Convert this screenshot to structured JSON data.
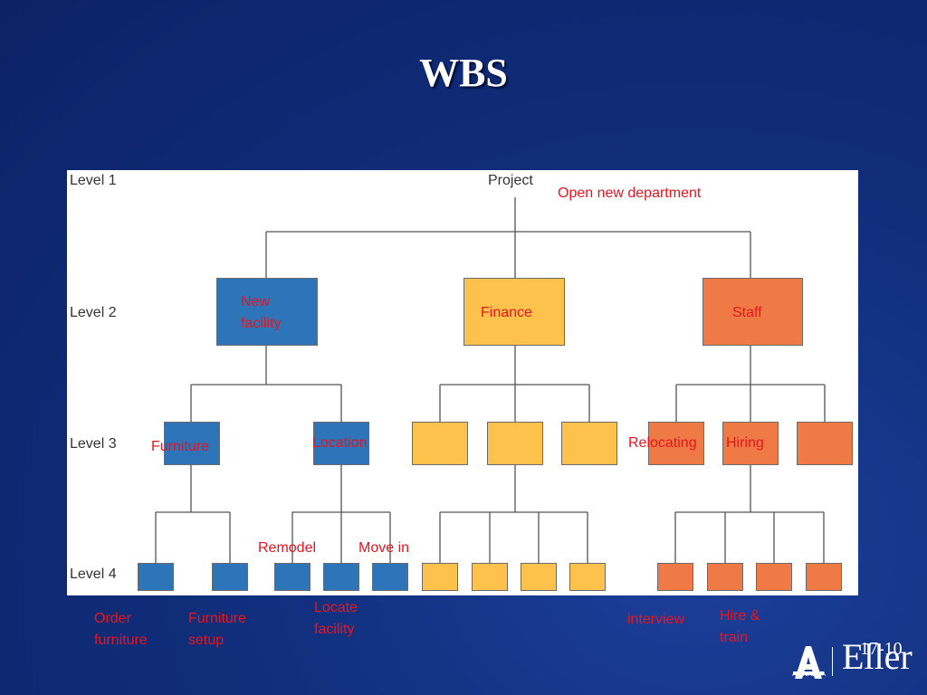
{
  "slide": {
    "title": "WBS",
    "slide_number": "17-10"
  },
  "diagram": {
    "level_labels": [
      "Level 1",
      "Level 2",
      "Level 3",
      "Level 4"
    ],
    "root_label": "Project",
    "annotations": {
      "root": "Open new department",
      "new_facility": "New facility",
      "finance": "Finance",
      "staff": "Staff",
      "furniture": "Furniture",
      "location": "Location",
      "relocating": "Relocating",
      "hiring": "Hiring",
      "remodel": "Remodel",
      "move_in": "Move in",
      "order_furniture": "Order furniture",
      "furniture_setup": "Furniture setup",
      "locate_facility": "Locate facility",
      "interview": "interview",
      "hire_train": "Hire & train"
    },
    "colors": {
      "new_facility_branch": "#2e74b8",
      "finance_branch": "#fcc24c",
      "staff_branch": "#f07a45",
      "annotation_text": "#e8141f",
      "background": "#0b2266"
    }
  },
  "logo": {
    "name": "Eller",
    "university": "ARIZONA"
  }
}
